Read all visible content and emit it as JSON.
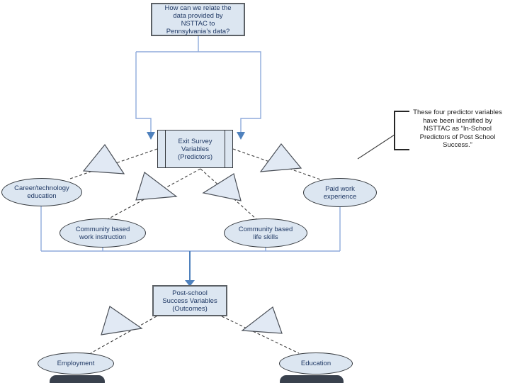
{
  "title_box": {
    "text": "How can we relate the data provided by NSTTAC to Pennsylvania’s data?"
  },
  "exit_survey_box": {
    "text": "Exit Survey Variables (Predictors)"
  },
  "callout": {
    "text": "These four predictor variables have been identified by NSTTAC as “In-School Predictors of Post School Success.”"
  },
  "predictor_ellipses": {
    "career": "Career/technology education",
    "community_work": "Community based work instruction",
    "community_life": "Community based life skills",
    "paid_work": "Paid work experience"
  },
  "outcome_box": {
    "text": "Post-school Success Variables (Outcomes)"
  },
  "outcome_ellipses": {
    "employment": "Employment",
    "education": "Education"
  },
  "colors": {
    "shape_fill": "#dce6f1",
    "navy_text": "#1f3864",
    "connector_blue": "#8faadc",
    "arrow_blue": "#4f81bd",
    "dashed_line": "#3f3f3f",
    "shadow_dark": "#39414d"
  }
}
